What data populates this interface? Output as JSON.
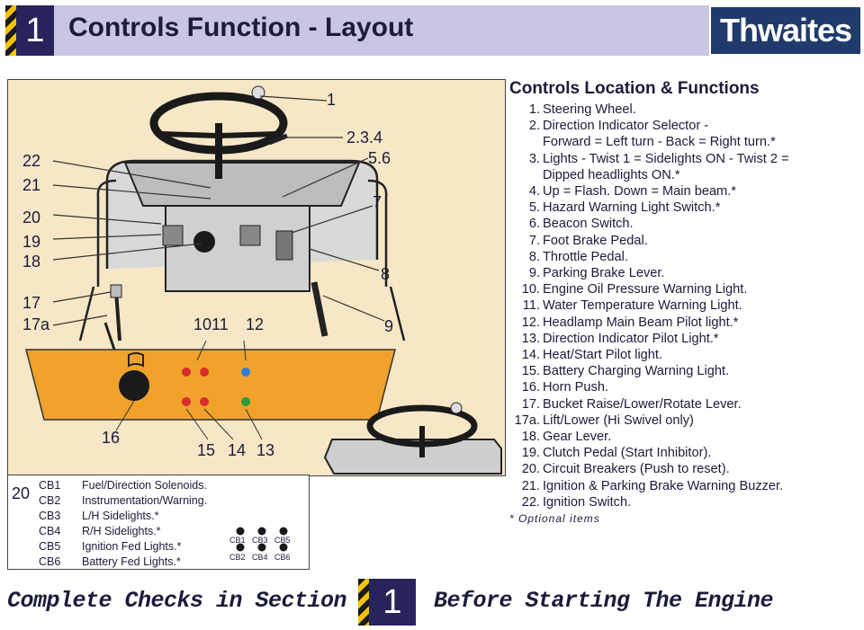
{
  "header": {
    "section_number": "1",
    "title": "Controls Function - Layout",
    "brand": "Thwaites"
  },
  "diagram": {
    "callouts_left": [
      "22",
      "21",
      "20",
      "19",
      "18",
      "17",
      "17a",
      "16"
    ],
    "callouts_top": [
      "1",
      "2.3.4",
      "5.6",
      "7",
      "8",
      "9"
    ],
    "callouts_mid": [
      "1011",
      "12",
      "15",
      "14",
      "13"
    ]
  },
  "breakers": {
    "group_number": "20",
    "rows": [
      {
        "code": "CB1",
        "desc": "Fuel/Direction Solenoids."
      },
      {
        "code": "CB2",
        "desc": "Instrumentation/Warning."
      },
      {
        "code": "CB3",
        "desc": "L/H Sidelights.*"
      },
      {
        "code": "CB4",
        "desc": "R/H Sidelights.*"
      },
      {
        "code": "CB5",
        "desc": "Ignition Fed Lights.*"
      },
      {
        "code": "CB6",
        "desc": "Battery Fed Lights.*"
      }
    ],
    "dot_labels_top": [
      "CB1",
      "CB3",
      "CB5"
    ],
    "dot_labels_bottom": [
      "CB2",
      "CB4",
      "CB6"
    ]
  },
  "controls": {
    "heading": "Controls Location & Functions",
    "items": [
      {
        "n": "1.",
        "text": "Steering Wheel."
      },
      {
        "n": "2.",
        "text": "Direction Indicator Selector -"
      },
      {
        "n": "",
        "text": "Forward = Left turn - Back = Right turn.*"
      },
      {
        "n": "3.",
        "text": "Lights - Twist 1 = Sidelights ON - Twist 2 ="
      },
      {
        "n": "",
        "text": "Dipped headlights ON.*"
      },
      {
        "n": "4.",
        "text": "Up = Flash. Down = Main beam.*"
      },
      {
        "n": "5.",
        "text": "Hazard Warning Light Switch.*"
      },
      {
        "n": "6.",
        "text": "Beacon Switch."
      },
      {
        "n": "7.",
        "text": "Foot Brake Pedal."
      },
      {
        "n": "8.",
        "text": "Throttle Pedal."
      },
      {
        "n": "9.",
        "text": "Parking Brake Lever."
      },
      {
        "n": "10.",
        "text": "Engine Oil Pressure Warning Light."
      },
      {
        "n": "11.",
        "text": "Water Temperature Warning Light."
      },
      {
        "n": "12.",
        "text": "Headlamp Main Beam Pilot light.*"
      },
      {
        "n": "13.",
        "text": "Direction Indicator Pilot Light.*"
      },
      {
        "n": "14.",
        "text": "Heat/Start Pilot light."
      },
      {
        "n": "15.",
        "text": "Battery Charging Warning Light."
      },
      {
        "n": "16.",
        "text": "Horn Push."
      },
      {
        "n": "17.",
        "text": "Bucket Raise/Lower/Rotate Lever."
      },
      {
        "n": "17a.",
        "text": "Lift/Lower (Hi Swivel only)"
      },
      {
        "n": "18.",
        "text": "Gear Lever."
      },
      {
        "n": "19.",
        "text": "Clutch Pedal (Start Inhibitor)."
      },
      {
        "n": "20.",
        "text": "Circuit Breakers (Push to reset)."
      },
      {
        "n": "21.",
        "text": "Ignition & Parking Brake Warning Buzzer."
      },
      {
        "n": "22.",
        "text": "Ignition Switch."
      }
    ],
    "note": "* Optional items"
  },
  "footer": {
    "left": "Complete Checks in Section",
    "number": "1",
    "right": "Before Starting The Engine"
  },
  "colors": {
    "header_band": "#c9c5e3",
    "navy": "#26245a",
    "panel_bg": "#f7e7c6",
    "dashboard_orange": "#f0a22a",
    "arrow_blue": "#3a34b8"
  }
}
